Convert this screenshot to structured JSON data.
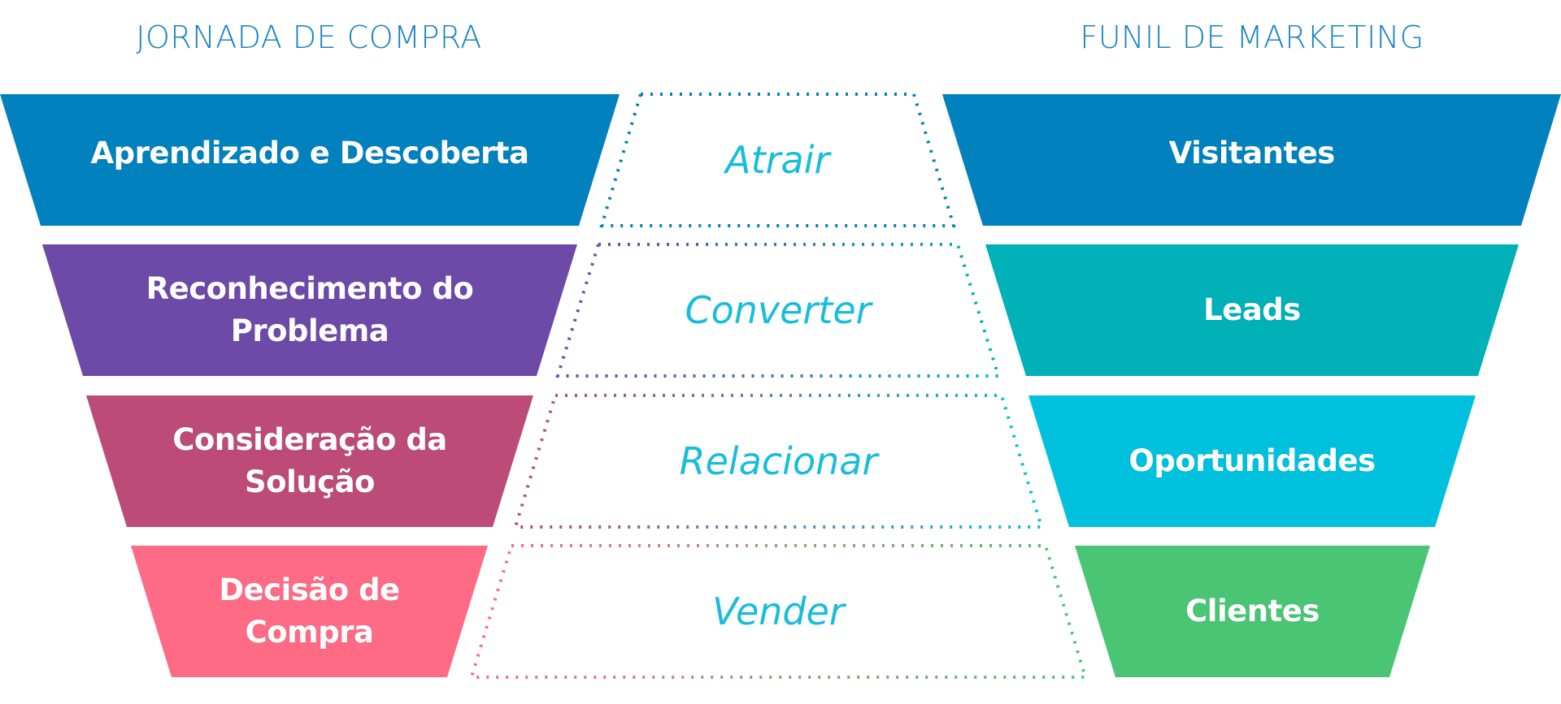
{
  "headings": {
    "left": "JORNADA DE COMPRA",
    "right": "FUNIL DE MARKETING"
  },
  "rows": [
    {
      "journey": "Aprendizado e Descoberta",
      "stage": "Atrair",
      "funnel": "Visitantes",
      "journey_color": "#0181bd",
      "funnel_color": "#0181bd",
      "dots_left_color": "#0181bd",
      "dots_right_color": "#0181bd"
    },
    {
      "journey": "Reconhecimento do\nProblema",
      "stage": "Converter",
      "funnel": "Leads",
      "journey_color": "#6e4aa8",
      "funnel_color": "#00b1b8",
      "dots_left_color": "#6e4aa8",
      "dots_right_color": "#00b1b8"
    },
    {
      "journey": "Consideração da\nSolução",
      "stage": "Relacionar",
      "funnel": "Oportunidades",
      "journey_color": "#bc4b78",
      "funnel_color": "#00c1dd",
      "dots_left_color": "#bc4b78",
      "dots_right_color": "#00c1dd"
    },
    {
      "journey": "Decisão de\nCompra",
      "stage": "Vender",
      "funnel": "Clientes",
      "journey_color": "#ff6b85",
      "funnel_color": "#49c574",
      "dots_left_color": "#ff6b85",
      "dots_right_color": "#49c574"
    }
  ],
  "colors": {
    "heading": "#1a84c2",
    "stage_text": "#19bddb"
  }
}
